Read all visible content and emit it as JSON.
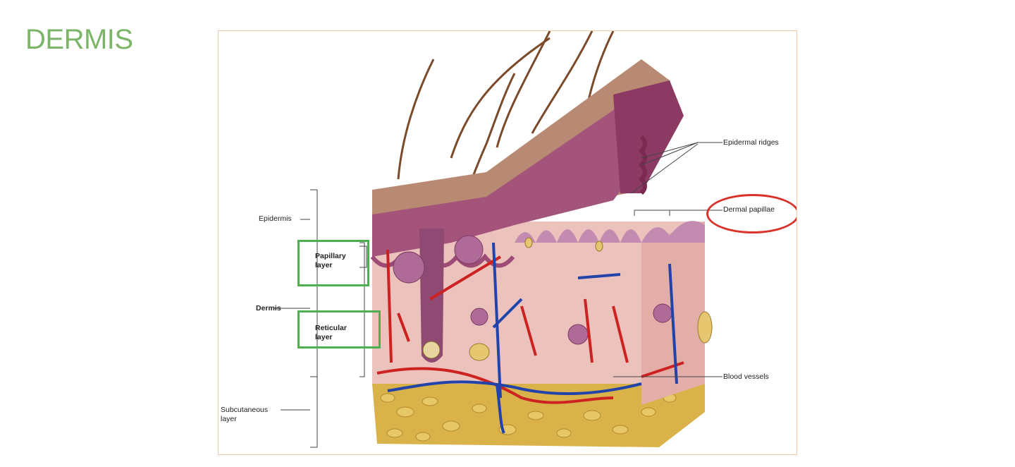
{
  "slide": {
    "title": "DERMIS",
    "next_line_text": ""
  },
  "figure": {
    "labels": {
      "epidermal_ridges": "Epidermal ridges",
      "dermal_papillae": "Dermal papillae",
      "blood_vessels": "Blood vessels",
      "epidermis": "Epidermis",
      "papillary_layer": "Papillary\nlayer",
      "dermis": "Dermis",
      "reticular_layer": "Reticular\nlayer",
      "subcutaneous_layer": "Subcutaneous\nlayer"
    },
    "colors": {
      "title_green": "#7cb56a",
      "highlight_green": "#4caf50",
      "highlight_red": "#d9322a",
      "epidermis": "#b98a73",
      "dermis": "#ecc2bd",
      "fat": "#d9b24a",
      "artery": "#cc2222",
      "vein": "#2244aa"
    }
  }
}
